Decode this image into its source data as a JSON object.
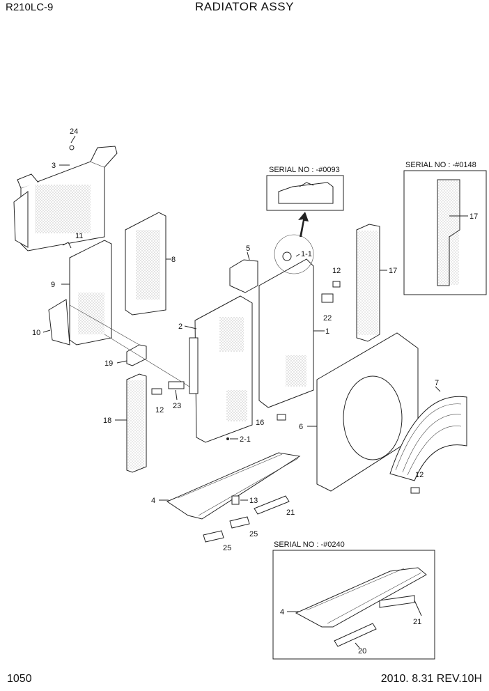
{
  "header": {
    "model": "R210LC-9",
    "title": "RADIATOR ASSY"
  },
  "footer": {
    "page_number": "1050",
    "revision": "2010. 8.31 REV.10H"
  },
  "serial_boxes": {
    "top_center": "SERIAL NO : -#0093",
    "top_right": "SERIAL NO : -#0148",
    "bottom": "SERIAL NO : -#0240"
  },
  "callouts": [
    "24",
    "3",
    "11",
    "8",
    "9",
    "10",
    "19",
    "18",
    "12",
    "23",
    "5",
    "2",
    "2-1",
    "1-1",
    "12",
    "22",
    "1",
    "16",
    "17",
    "17",
    "6",
    "7",
    "12",
    "4",
    "13",
    "21",
    "25",
    "25",
    "4",
    "21",
    "20"
  ]
}
